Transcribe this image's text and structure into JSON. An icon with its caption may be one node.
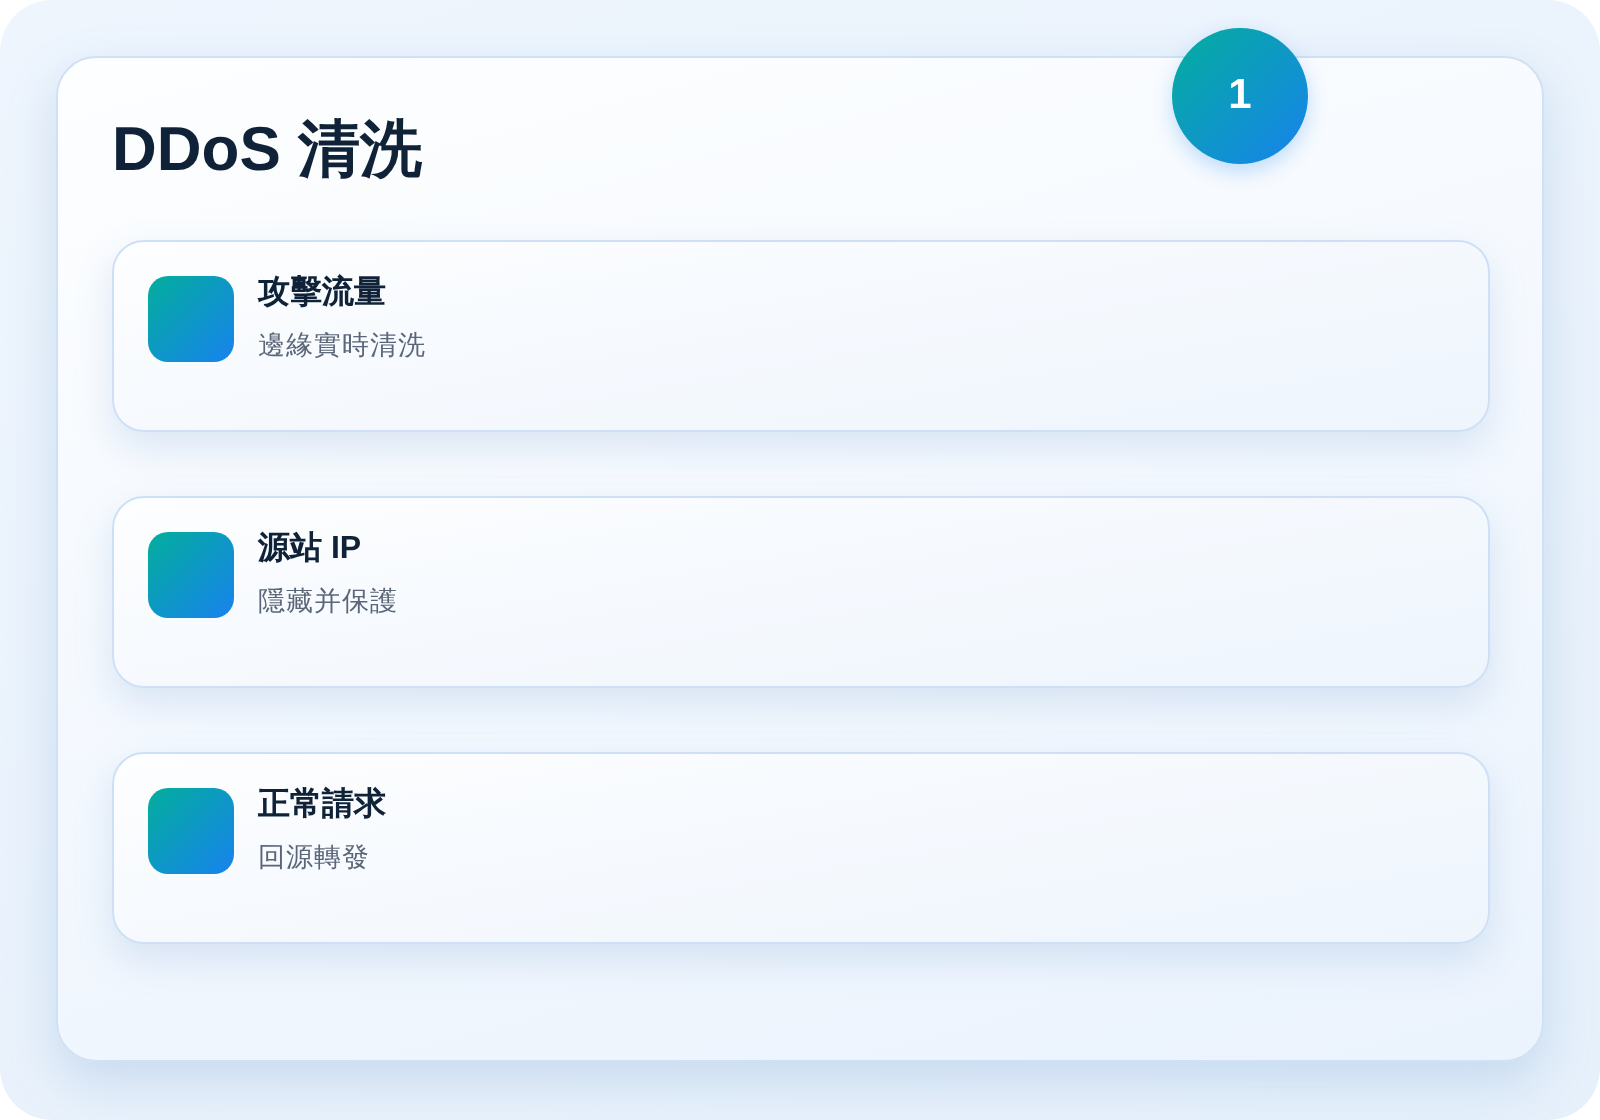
{
  "diagram": {
    "nodes": [
      {
        "text": [
          "DDoS 清洗"
        ]
      },
      {
        "text": [
          "攻擊流量",
          "邊緣實時清洗"
        ],
        "in": 0
      },
      {
        "text": [
          "源站 IP",
          "隱藏并保護"
        ],
        "in": 0
      },
      {
        "text": [
          "正常請求",
          "回源轉發"
        ],
        "in": 0
      },
      {
        "text": [
          "1"
        ]
      }
    ]
  }
}
